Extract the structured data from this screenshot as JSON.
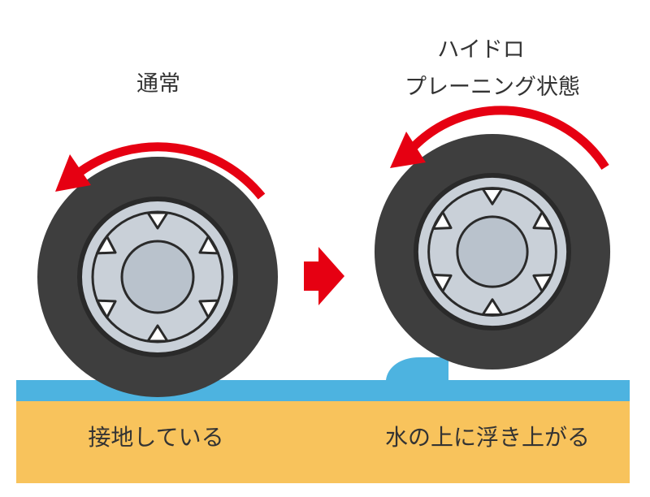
{
  "diagram": {
    "left_title": "通常",
    "right_title_line1": "ハイドロ",
    "right_title_line2": "プレーニング状態",
    "left_caption": "接地している",
    "right_caption": "水の上に浮き上がる"
  },
  "colors": {
    "rotation_arrow": "#e60012",
    "transition_arrow": "#e60012",
    "water": "#4db3e0",
    "ground": "#f8c35c",
    "tire": "#3e3e3e",
    "wheel": "#c9d0d8",
    "hub": "#b9c2cc",
    "outline": "#2a2a2a"
  },
  "icons": [
    "rotation-arrow-icon",
    "right-arrow-icon",
    "tire-icon"
  ]
}
